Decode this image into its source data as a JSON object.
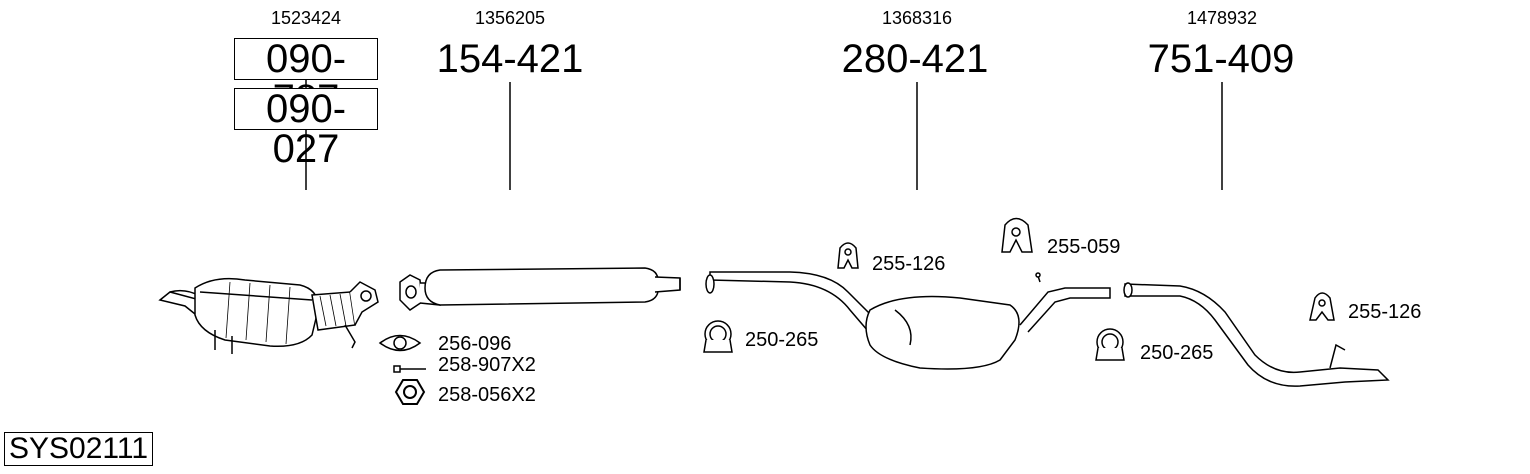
{
  "groups": [
    {
      "ref": "1523424",
      "parts": [
        "090-787",
        "090-027"
      ]
    },
    {
      "ref": "1356205",
      "parts": [
        "154-421"
      ]
    },
    {
      "ref": "1368316",
      "parts": [
        "280-421"
      ]
    },
    {
      "ref": "1478932",
      "parts": [
        "751-409"
      ]
    }
  ],
  "labels": {
    "gasket": "256-096",
    "bolt": "258-907X2",
    "nut": "258-056X2",
    "clamp_1": "250-265",
    "hanger_1": "255-126",
    "hanger_2": "255-059",
    "clamp_2": "250-265",
    "hanger_3": "255-126"
  },
  "system_code": "SYS02111"
}
